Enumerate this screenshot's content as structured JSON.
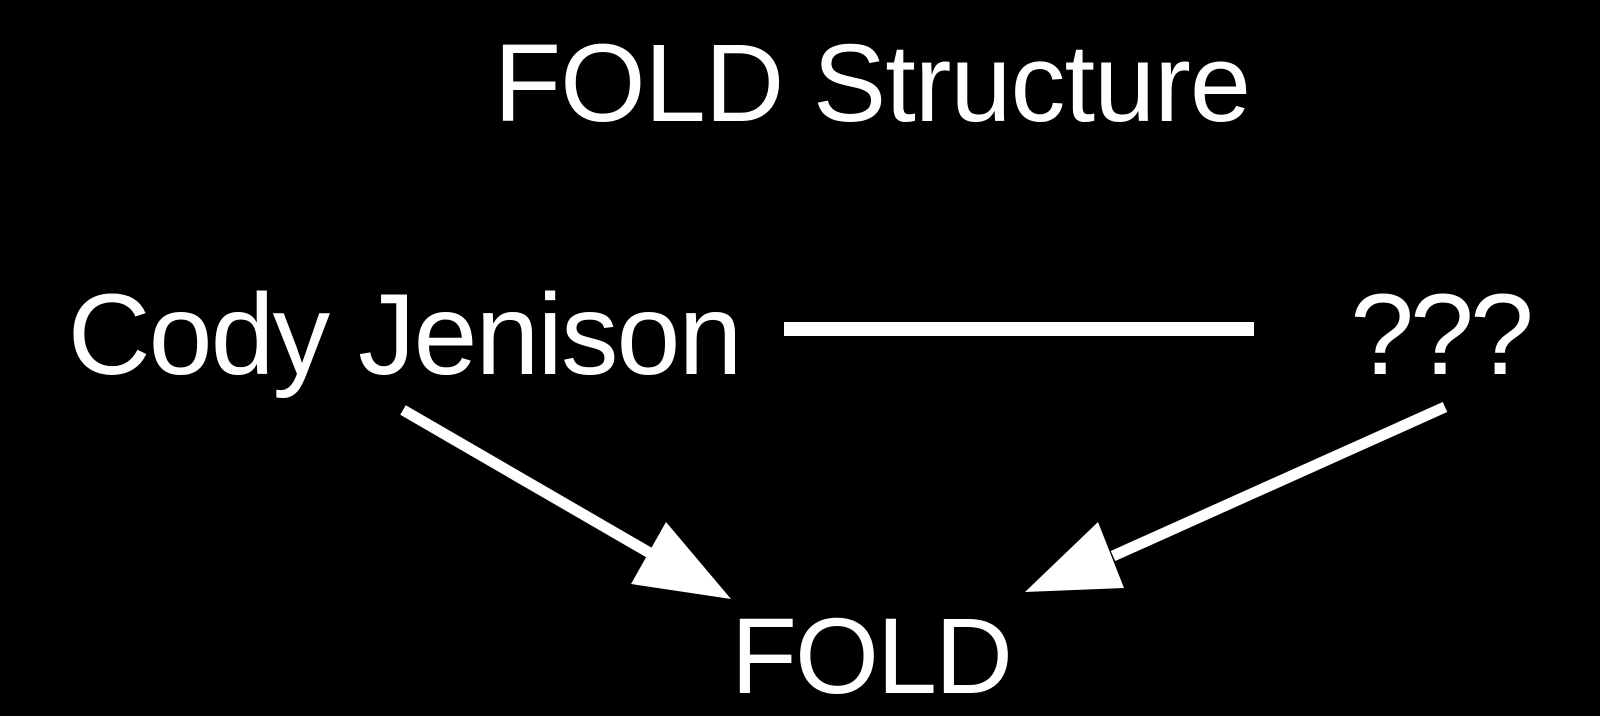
{
  "diagram": {
    "title": "FOLD Structure",
    "nodes": {
      "left": {
        "label": "Cody Jenison"
      },
      "right": {
        "label": "???"
      },
      "bottom": {
        "label": "FOLD"
      }
    },
    "edges": [
      {
        "from": "Cody Jenison",
        "to": "???",
        "type": "plain-line",
        "direction": "none"
      },
      {
        "from": "Cody Jenison",
        "to": "FOLD",
        "type": "arrow",
        "direction": "down-right"
      },
      {
        "from": "???",
        "to": "FOLD",
        "type": "arrow",
        "direction": "down-left"
      }
    ],
    "colors": {
      "background": "#000000",
      "foreground": "#ffffff"
    }
  }
}
